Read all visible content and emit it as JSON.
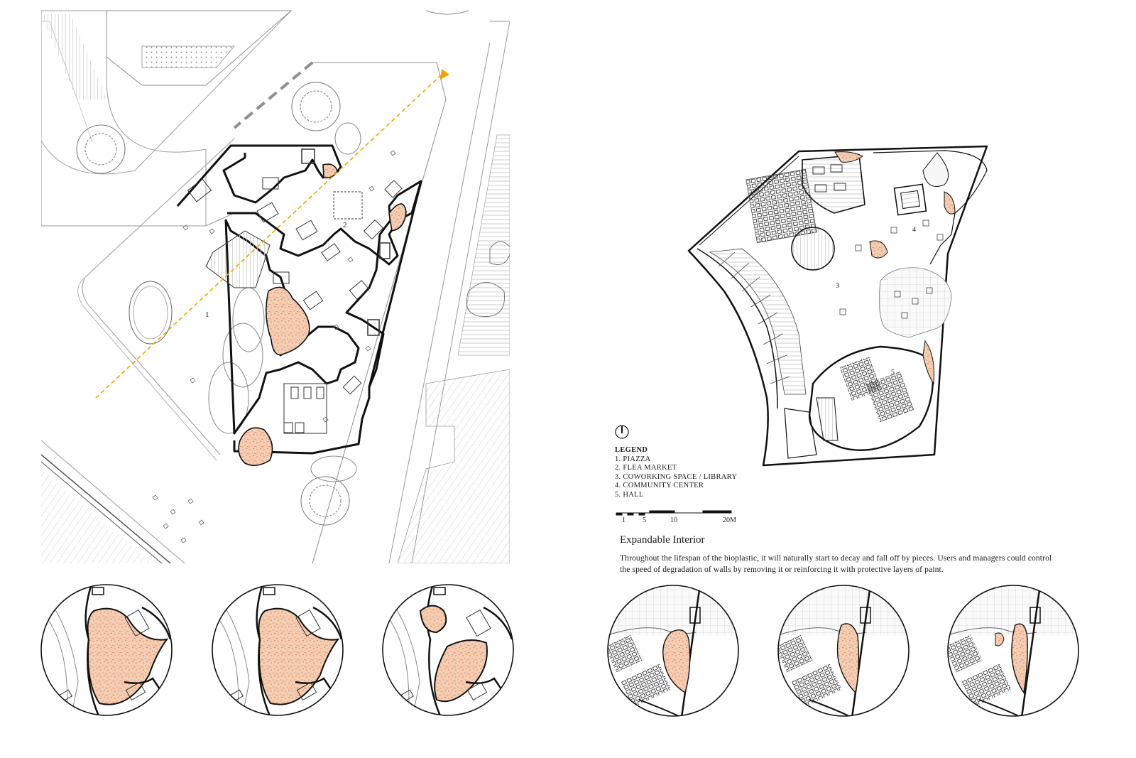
{
  "left_plan": {
    "room_labels": [
      "1",
      "2"
    ]
  },
  "right_plan": {
    "room_labels": [
      "3",
      "4",
      "5"
    ]
  },
  "legend": {
    "heading": "LEGEND",
    "items": [
      "1. PIAZZA",
      "2. FLEA MARKET",
      "3. COWORKING SPACE / LIBRARY",
      "4. COMMUNITY CENTER",
      "5. HALL"
    ]
  },
  "scale_bar": {
    "labels": [
      "1",
      "5",
      "10",
      "20M"
    ]
  },
  "text_block": {
    "title": "Expandable Interior",
    "body": "Throughout the lifespan of the bioplastic, it will naturally start to decay and fall off by pieces. Users and managers could control the speed of degradation of walls by removing it or reinforcing it with protective layers of paint."
  },
  "colors": {
    "wall": "#111111",
    "bioplastic_fill": "#f3c9ae",
    "section_line": "#f0a400",
    "site_lines": "#9a9a9a",
    "ground_hatch": "#d2d2d2"
  },
  "icons": [
    "north-arrow-icon",
    "section-arrow-icon",
    "tree-icon"
  ]
}
